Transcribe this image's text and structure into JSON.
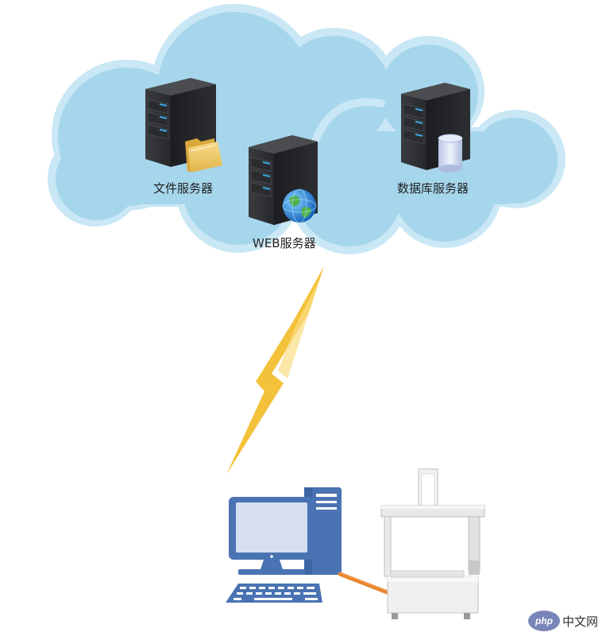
{
  "servers": {
    "file": "文件服务器",
    "web": "WEB服务器",
    "database": "数据库服务器"
  },
  "watermark": {
    "logo": "php",
    "text": "中文网"
  },
  "colors": {
    "cloud": "#a6d6ec",
    "cloud_edge": "#c9e7f5",
    "lightning": "#f3c13a",
    "server_body": "#2f3135",
    "server_led": "#39a9e5",
    "computer_blue": "#4a73b3"
  },
  "icons": [
    "cloud-icon",
    "server-icon",
    "folder-icon",
    "globe-icon",
    "database-icon",
    "lightning-icon",
    "computer-icon",
    "keyboard-icon",
    "cmm-machine-icon"
  ]
}
